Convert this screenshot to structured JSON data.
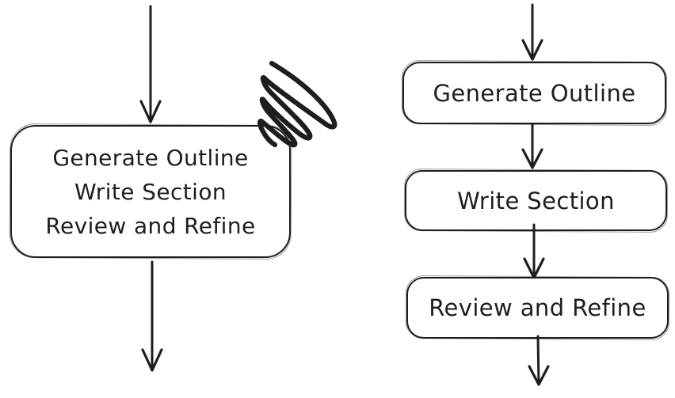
{
  "colors": {
    "stroke": "#1e1e1e",
    "background": "#ffffff"
  },
  "left_flow": {
    "node_lines": [
      "Generate Outline",
      "Write Section",
      "Review and Refine"
    ]
  },
  "right_flow": {
    "steps": [
      "Generate Outline",
      "Write Section",
      "Review and Refine"
    ]
  },
  "icons": {
    "connector": "arrow-down",
    "annotation": "scribble-scratch-mark"
  }
}
